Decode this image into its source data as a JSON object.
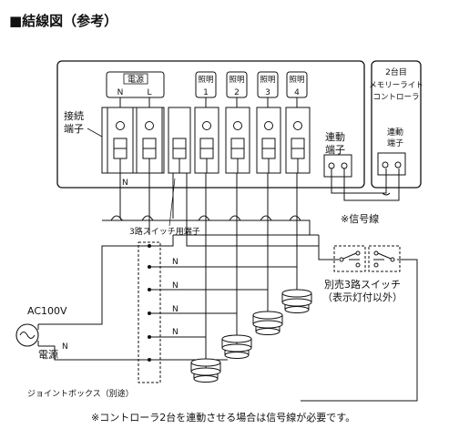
{
  "title": "■結線図（参考）",
  "controller": {
    "power_label": "電源",
    "power_terminals": [
      "N",
      "L"
    ],
    "connection_terminal_label": [
      "接続",
      "端子"
    ],
    "lighting_label": "照明",
    "lighting_channels": [
      "1",
      "2",
      "3",
      "4"
    ],
    "link_terminal_label": [
      "連動",
      "端子"
    ]
  },
  "second_controller": {
    "label": [
      "2台目",
      "メモリーライト",
      "コントローラ"
    ],
    "link_terminal_label": [
      "連動",
      "端子"
    ]
  },
  "wire_labels": {
    "neutral": "N",
    "signal_line": "※信号線",
    "three_way_terminal": "3路スイッチ用端子"
  },
  "three_way_switch": [
    "別売3路スイッチ",
    "（表示灯付以外）"
  ],
  "power_source": {
    "voltage": "AC100V",
    "label": "電源",
    "neutral": "N"
  },
  "junction_box": "ジョイントボックス（別途）",
  "note": "※コントローラ2台を連動させる場合は信号線が必要です。"
}
